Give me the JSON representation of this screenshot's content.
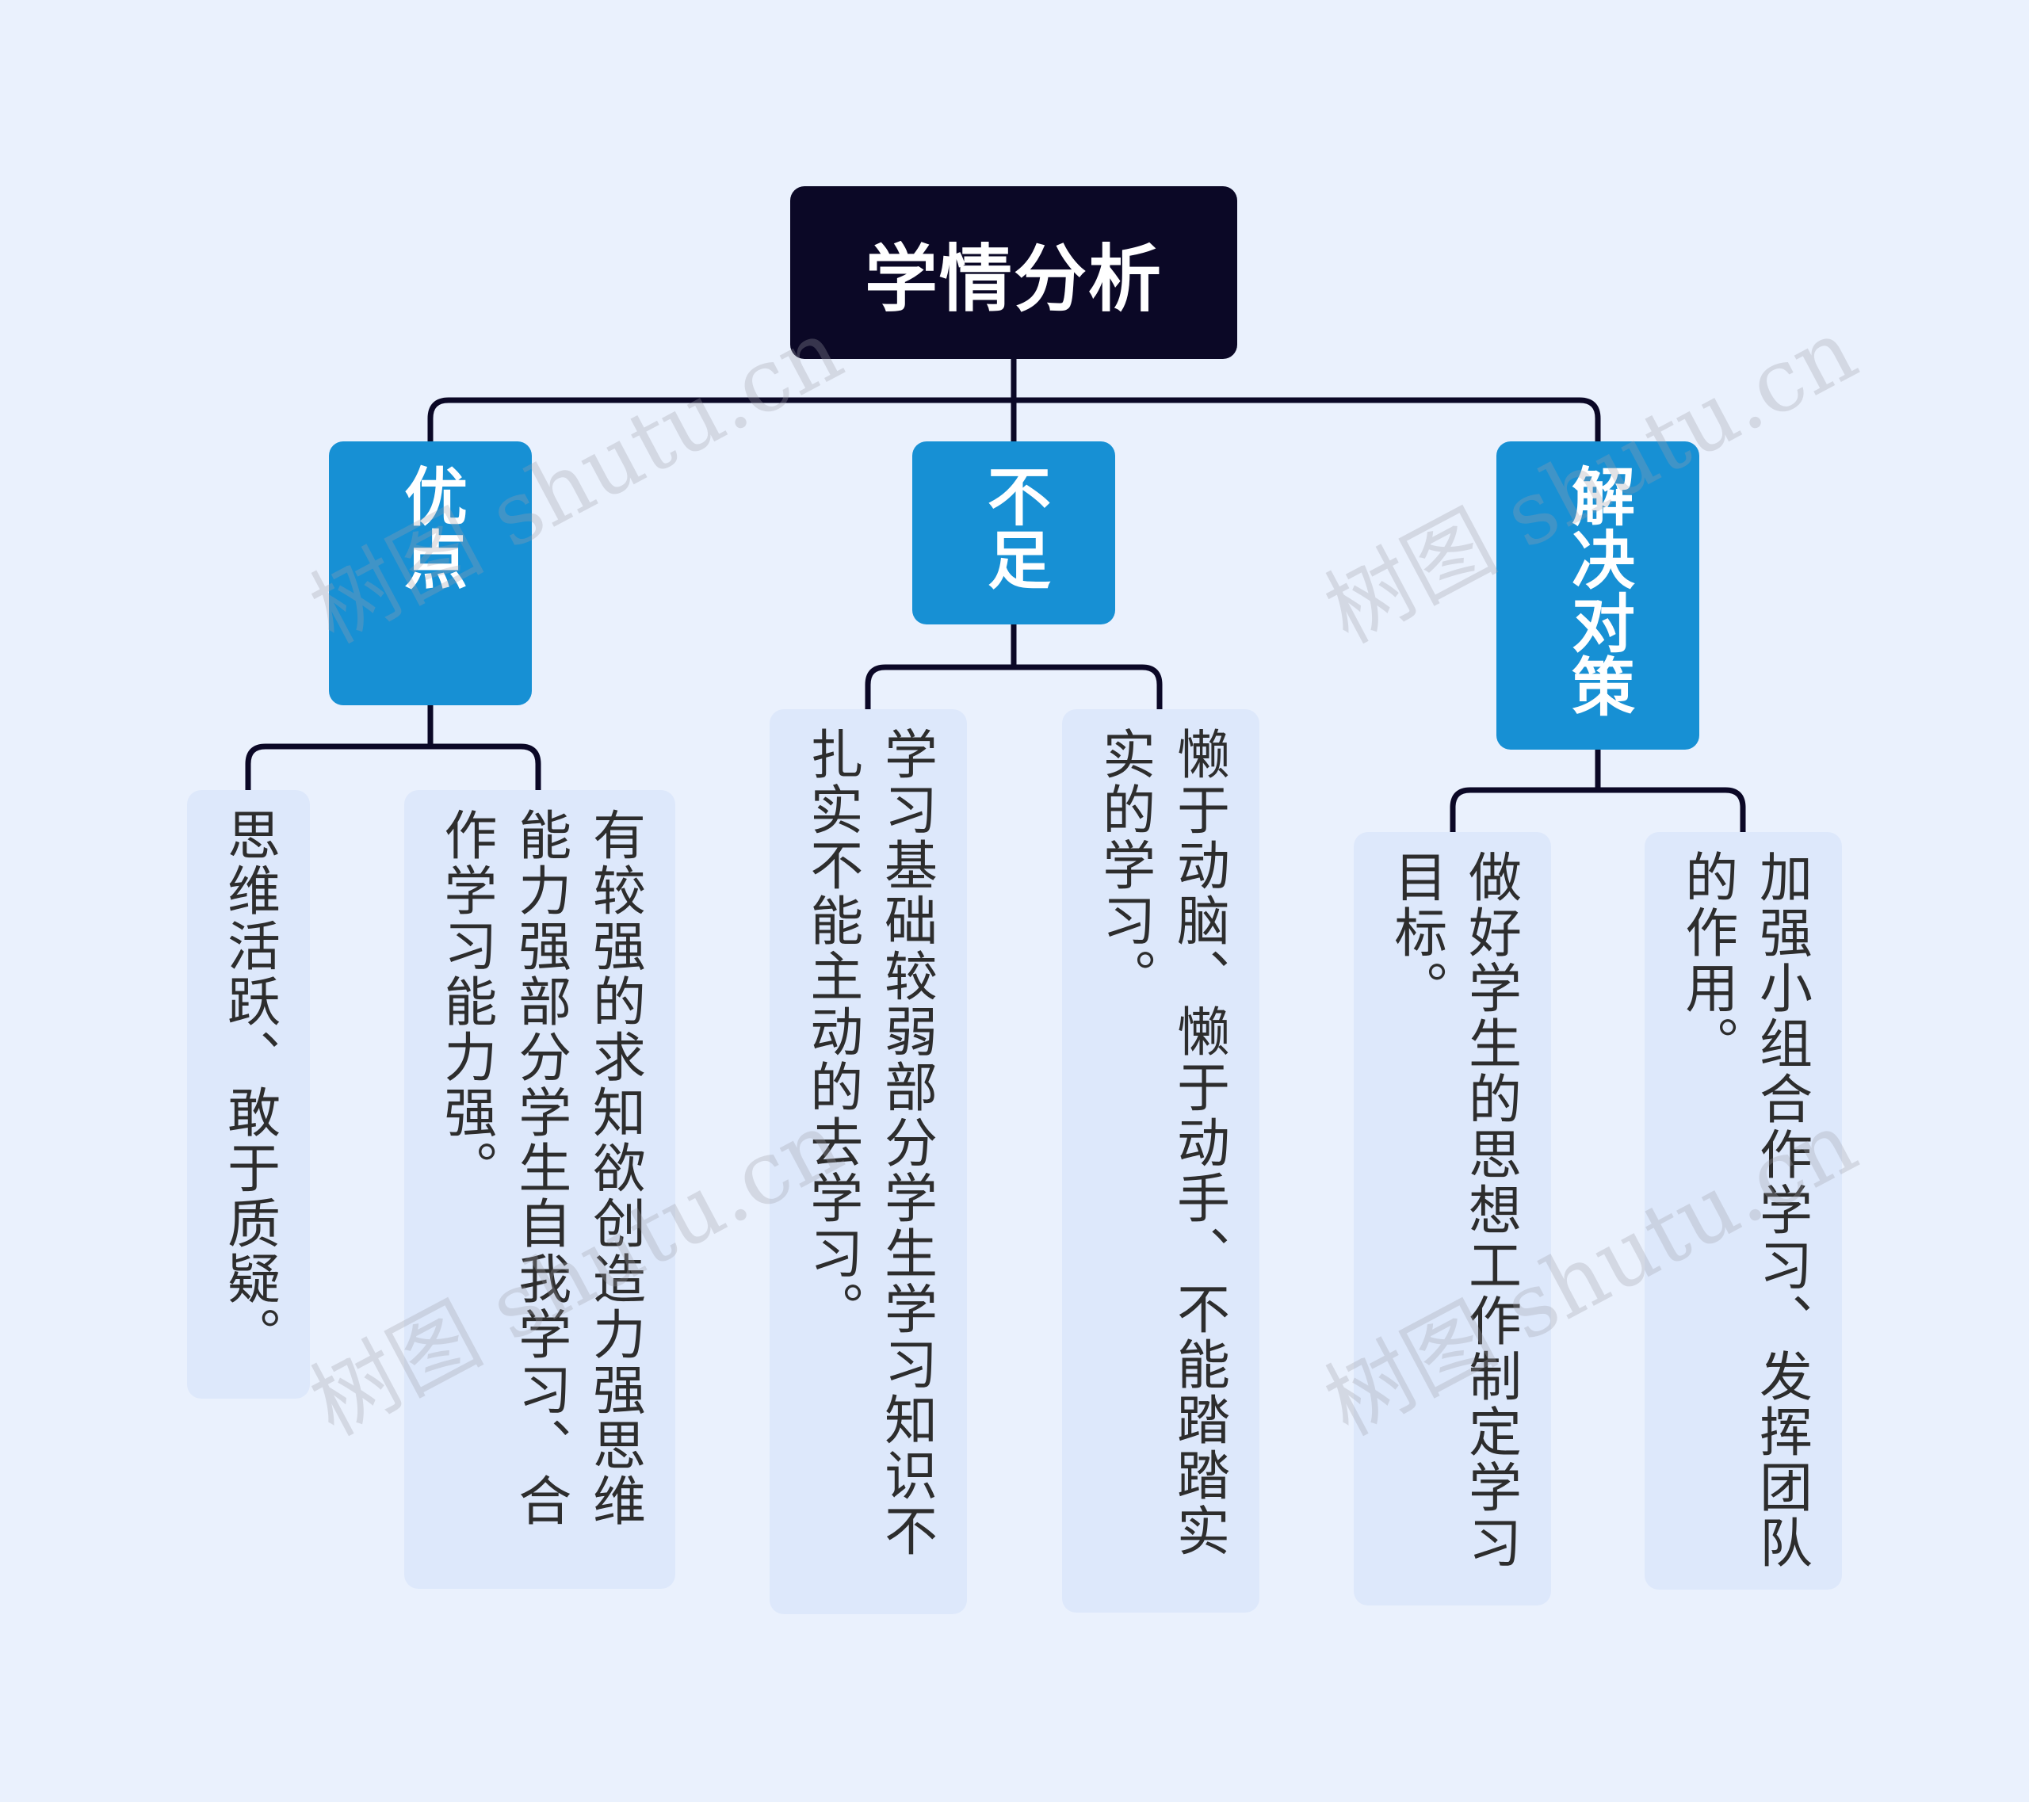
{
  "root": {
    "title": "学情分析"
  },
  "categories": [
    {
      "label": "优点",
      "items": [
        "思维活跃、敢于质疑。",
        "有较强的求知欲创造力强思维能力强部分学生自我学习、合作学习能力强。"
      ]
    },
    {
      "label": "不足",
      "items": [
        "学习基础较弱部分学生学习知识不扎实不能主动的去学习。",
        "懒于动脑、懒于动手、不能踏踏实实的学习。"
      ]
    },
    {
      "label": "解决对策",
      "items": [
        "做好学生的思想工作制定学习目标。",
        "加强小组合作学习、发挥团队的作用。"
      ]
    }
  ],
  "watermark": "树图 shutu.cn",
  "colors": {
    "background": "#eaf1fd",
    "root_fill": "#0b0826",
    "category_fill": "#1790d4",
    "leaf_fill": "#dde8fb",
    "connector": "#0b0826"
  }
}
